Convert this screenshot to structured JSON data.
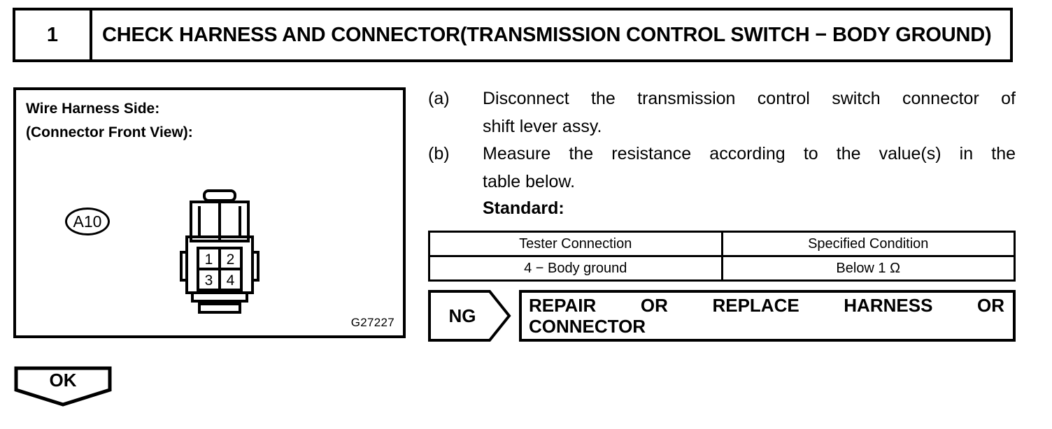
{
  "step": {
    "number": "1",
    "title": "CHECK HARNESS AND CONNECTOR(TRANSMISSION CONTROL SWITCH − BODY GROUND)"
  },
  "figure": {
    "caption_line1": "Wire Harness Side:",
    "caption_line2": "(Connector Front View):",
    "connector_id": "A10",
    "figure_code": "G27227",
    "pins": [
      "1",
      "2",
      "3",
      "4"
    ]
  },
  "procedure": {
    "steps": [
      {
        "label": "(a)",
        "line1": "Disconnect the transmission control switch connector of",
        "line2": "shift lever assy."
      },
      {
        "label": "(b)",
        "line1": "Measure the resistance according to the value(s) in the",
        "line2": "table below."
      }
    ],
    "standard_label": "Standard:"
  },
  "spec_table": {
    "headers": [
      "Tester Connection",
      "Specified Condition"
    ],
    "rows": [
      [
        "4 − Body ground",
        "Below 1 Ω"
      ]
    ]
  },
  "result_ng": {
    "flag": "NG",
    "action_line1": "REPAIR OR REPLACE HARNESS OR",
    "action_line2": "CONNECTOR"
  },
  "result_ok": {
    "flag": "OK"
  },
  "colors": {
    "ink": "#000000",
    "paper": "#ffffff"
  }
}
